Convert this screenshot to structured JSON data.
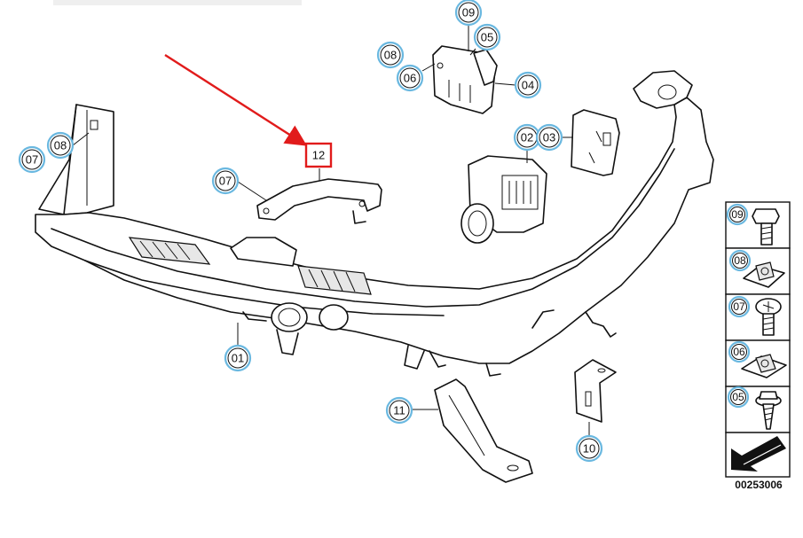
{
  "diagram": {
    "callouts": [
      {
        "id": "c01",
        "label": "01"
      },
      {
        "id": "c02",
        "label": "02"
      },
      {
        "id": "c03",
        "label": "03"
      },
      {
        "id": "c04",
        "label": "04"
      },
      {
        "id": "c05-top",
        "label": "05"
      },
      {
        "id": "c06-top",
        "label": "06"
      },
      {
        "id": "c07-left",
        "label": "07"
      },
      {
        "id": "c07-mid",
        "label": "07"
      },
      {
        "id": "c08-left",
        "label": "08"
      },
      {
        "id": "c08-top",
        "label": "08"
      },
      {
        "id": "c09-top",
        "label": "09"
      },
      {
        "id": "c10",
        "label": "10"
      },
      {
        "id": "c11",
        "label": "11"
      }
    ],
    "highlighted_part": {
      "label": "12",
      "highlight_color": "#e11b1b"
    },
    "hardware_panel": [
      {
        "label": "09",
        "icon": "hex-bolt-icon"
      },
      {
        "label": "08",
        "icon": "clip-nut-icon"
      },
      {
        "label": "07",
        "icon": "torx-bolt-icon"
      },
      {
        "label": "06",
        "icon": "flat-clip-nut-icon"
      },
      {
        "label": "05",
        "icon": "flange-screw-icon"
      }
    ],
    "direction_icon": "front-arrow-icon",
    "diagram_number": "00253006",
    "accent_color": "#6ab8e0"
  }
}
